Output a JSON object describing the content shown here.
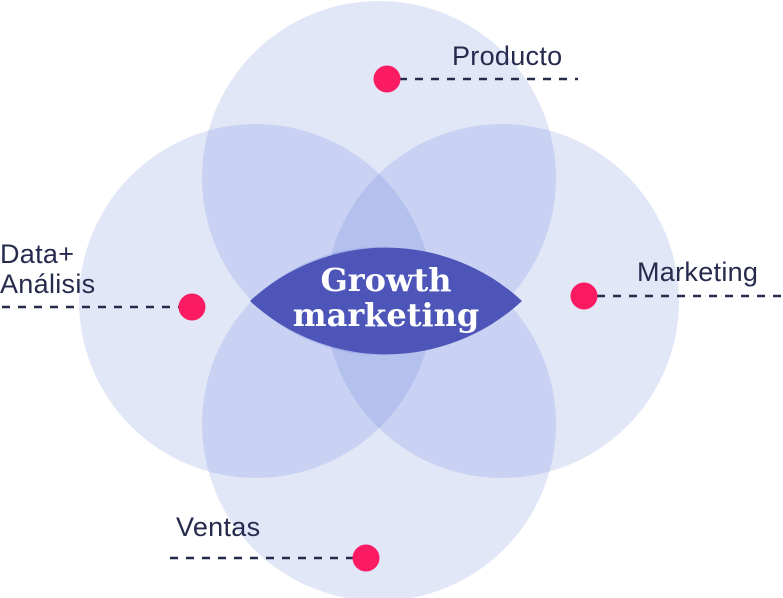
{
  "venn": {
    "center_label": {
      "line1": "Growth",
      "line2": "marketing"
    },
    "labels": {
      "producto": "Producto",
      "marketing": "Marketing",
      "ventas": "Ventas",
      "data_line1": "Data+",
      "data_line2": "Análisis"
    },
    "colors": {
      "background": "#FFFFFF",
      "circle_fill": "rgba(60,95,206,0.15)",
      "lens_fill": "#4D55B9",
      "center_text": "#FFFFFF",
      "label_text": "#262A4D",
      "connector_line": "#262A4D",
      "dot": "#FB1B62"
    }
  }
}
